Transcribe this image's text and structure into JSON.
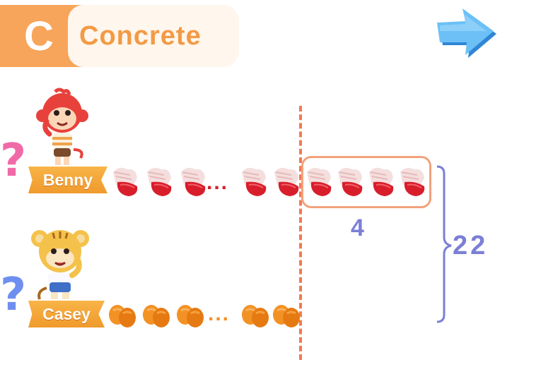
{
  "header": {
    "letter": "C",
    "title": "Concrete"
  },
  "characters": [
    {
      "name": "Benny",
      "question_mark": "?"
    },
    {
      "name": "Casey",
      "question_mark": "?"
    }
  ],
  "model": {
    "ellipsis": "...",
    "difference_label": "4",
    "total_label": "22"
  },
  "colors": {
    "header_orange": "#f7a55a",
    "header_text": "#f39a45",
    "divider": "#f27a52",
    "bracket": "#7b7fd6",
    "benny_qmark": "#f06aa8",
    "casey_qmark": "#6f8ff0",
    "arrow": "#5db2f2"
  },
  "icons": [
    "right-arrow-icon",
    "monkey-icon",
    "tiger-icon",
    "red-glove-icon",
    "orange-glove-icon"
  ]
}
